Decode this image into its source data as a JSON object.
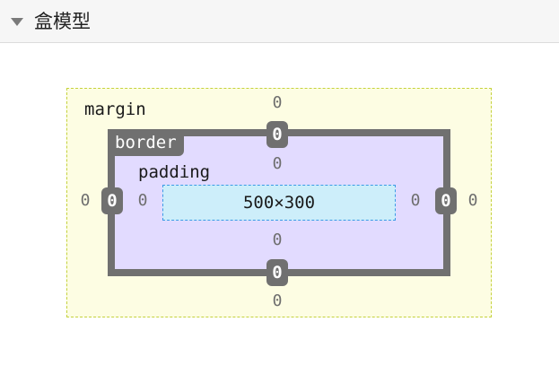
{
  "header": {
    "title": "盒模型",
    "toggle_icon": "triangle-down-icon"
  },
  "box_model": {
    "margin": {
      "label": "margin",
      "top": "0",
      "right": "0",
      "bottom": "0",
      "left": "0"
    },
    "border": {
      "label": "border",
      "top": "0",
      "right": "0",
      "bottom": "0",
      "left": "0"
    },
    "padding": {
      "label": "padding",
      "top": "0",
      "right": "0",
      "bottom": "0",
      "left": "0"
    },
    "content": {
      "size": "500×300"
    }
  },
  "colors": {
    "margin_bg": "#fdfde3",
    "margin_border": "#c5d23c",
    "border_color": "#707070",
    "padding_bg": "#e2dbff",
    "content_bg": "#cdeefa",
    "content_border": "#3b9ae6"
  }
}
